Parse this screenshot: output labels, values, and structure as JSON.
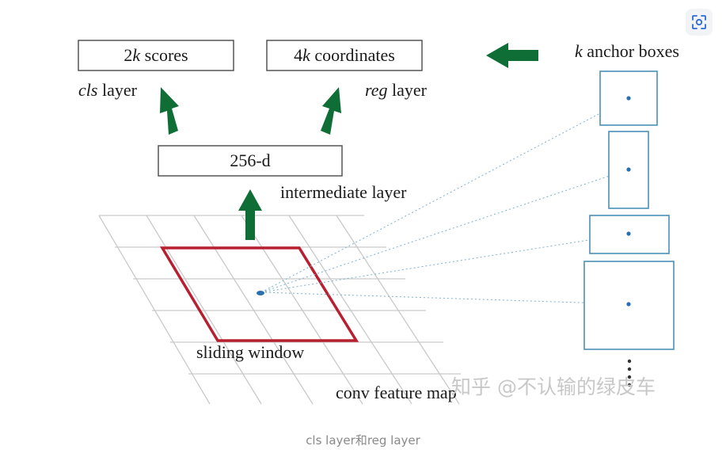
{
  "boxes": {
    "cls_box": {
      "prefix": "2",
      "var": "k",
      "suffix": " scores"
    },
    "reg_box": {
      "prefix": "4",
      "var": "k",
      "suffix": " coordinates"
    },
    "mid_box": {
      "text": "256-d"
    }
  },
  "labels": {
    "cls_layer": {
      "italic": "cls",
      "rest": " layer"
    },
    "reg_layer": {
      "italic": "reg",
      "rest": " layer"
    },
    "intermediate": "intermediate layer",
    "anchor_boxes": {
      "italic": "k",
      "rest": " anchor boxes"
    },
    "sliding_window": "sliding window",
    "feature_map": "conv feature map"
  },
  "watermark": "知乎 @不认输的绿皮车",
  "caption": "cls layer和reg layer",
  "colors": {
    "arrow_green": "#0f6e35",
    "window_red": "#b8202f",
    "anchor_blue": "#4a8fb5",
    "grid_gray": "#c9c9c9"
  },
  "icons": {
    "scan": "scan-icon"
  }
}
